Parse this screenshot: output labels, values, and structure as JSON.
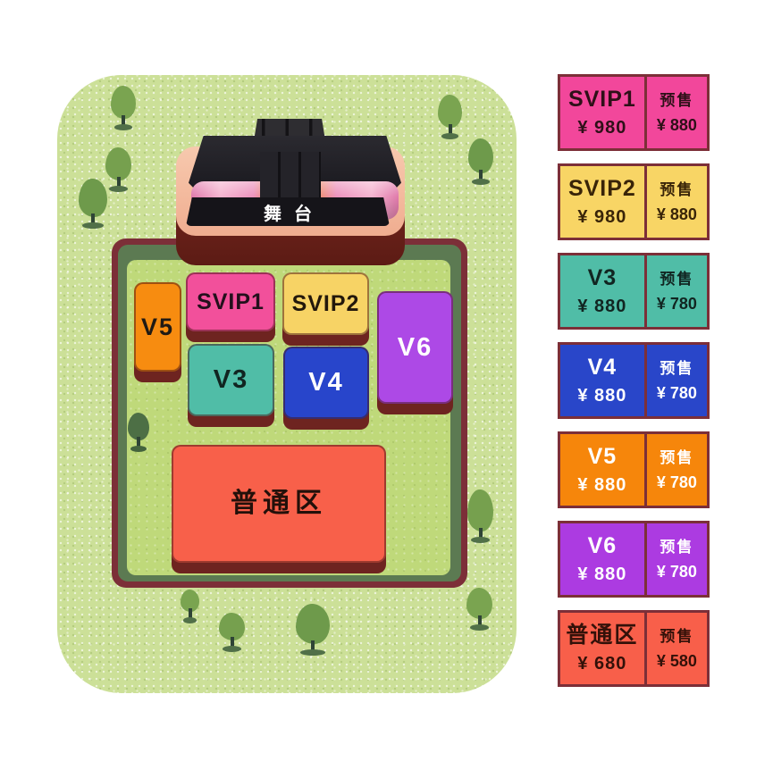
{
  "map": {
    "stage_label": "舞台",
    "sections": [
      {
        "id": "v5",
        "label": "V5",
        "color": "#f78c10",
        "text_color": "#201a14"
      },
      {
        "id": "svip1",
        "label": "SVIP1",
        "color": "#f2509b",
        "text_color": "#23101c"
      },
      {
        "id": "svip2",
        "label": "SVIP2",
        "color": "#f7d365",
        "text_color": "#23180b"
      },
      {
        "id": "v6",
        "label": "V6",
        "color": "#ad49e6",
        "text_color": "#ffffff"
      },
      {
        "id": "v3",
        "label": "V3",
        "color": "#50bda7",
        "text_color": "#112521"
      },
      {
        "id": "v4",
        "label": "V4",
        "color": "#2845cb",
        "text_color": "#ffffff"
      },
      {
        "id": "general",
        "label": "普通区",
        "color": "#f8604a",
        "text_color": "#23100a"
      }
    ]
  },
  "legend": {
    "presale_label": "预售",
    "rows": [
      {
        "name": "SVIP1",
        "price": "¥ 980",
        "presale_price": "¥ 880",
        "color": "#f2479b",
        "text_color": "#2e1018"
      },
      {
        "name": "SVIP2",
        "price": "¥ 980",
        "presale_price": "¥ 880",
        "color": "#f8d565",
        "text_color": "#392408"
      },
      {
        "name": "V3",
        "price": "¥ 880",
        "presale_price": "¥ 780",
        "color": "#50bda7",
        "text_color": "#112521"
      },
      {
        "name": "V4",
        "price": "¥ 880",
        "presale_price": "¥ 780",
        "color": "#2946c9",
        "text_color": "#ffffff"
      },
      {
        "name": "V5",
        "price": "¥ 880",
        "presale_price": "¥ 780",
        "color": "#f6860b",
        "text_color": "#ffffff"
      },
      {
        "name": "V6",
        "price": "¥ 880",
        "presale_price": "¥ 780",
        "color": "#ac3be1",
        "text_color": "#ffffff"
      },
      {
        "name": "普通区",
        "price": "¥ 680",
        "presale_price": "¥ 580",
        "color": "#f85f4a",
        "text_color": "#331109"
      }
    ]
  }
}
